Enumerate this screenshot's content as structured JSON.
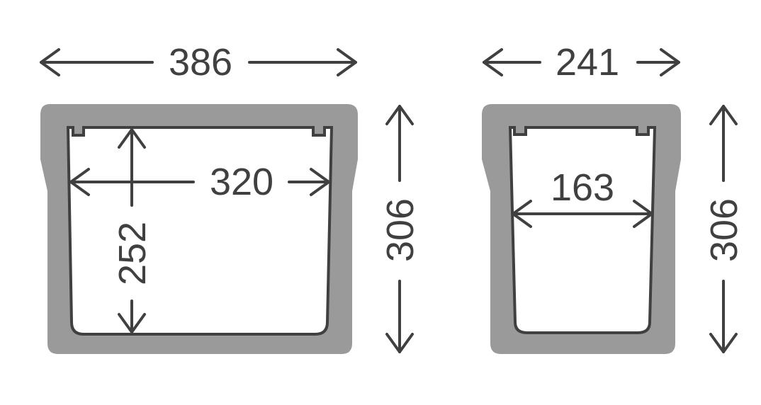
{
  "colors": {
    "shell": "#9a9a9a",
    "ink": "#404040",
    "background": "#ffffff"
  },
  "large_bin": {
    "outer_width": "386",
    "inner_width": "320",
    "inner_height": "252",
    "outer_height": "306"
  },
  "small_bin": {
    "outer_width": "241",
    "inner_width": "163",
    "outer_height": "306"
  }
}
